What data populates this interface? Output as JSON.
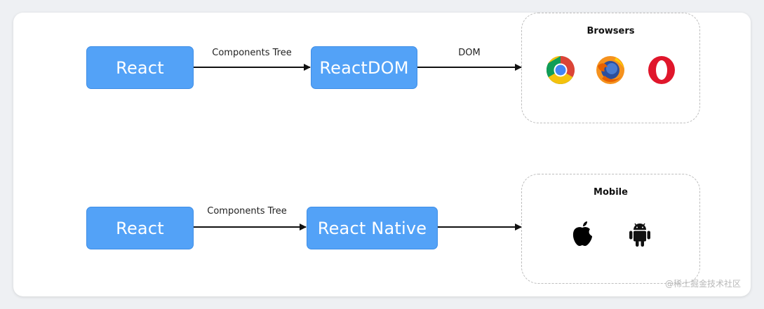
{
  "diagram": {
    "row1": {
      "source": "React",
      "edge1": "Components Tree",
      "renderer": "ReactDOM",
      "edge2": "DOM",
      "target": {
        "title": "Browsers",
        "icons": [
          "chrome-icon",
          "firefox-icon",
          "opera-icon"
        ]
      }
    },
    "row2": {
      "source": "React",
      "edge1": "Components Tree",
      "renderer": "React Native",
      "edge2": "",
      "target": {
        "title": "Mobile",
        "icons": [
          "apple-icon",
          "android-icon"
        ]
      }
    }
  },
  "colors": {
    "node_fill": "#53a2f7",
    "node_border": "#3f8ee6",
    "arrow": "#111111",
    "group_border": "#bdbdbd"
  },
  "watermark": "@稀土掘金技术社区"
}
